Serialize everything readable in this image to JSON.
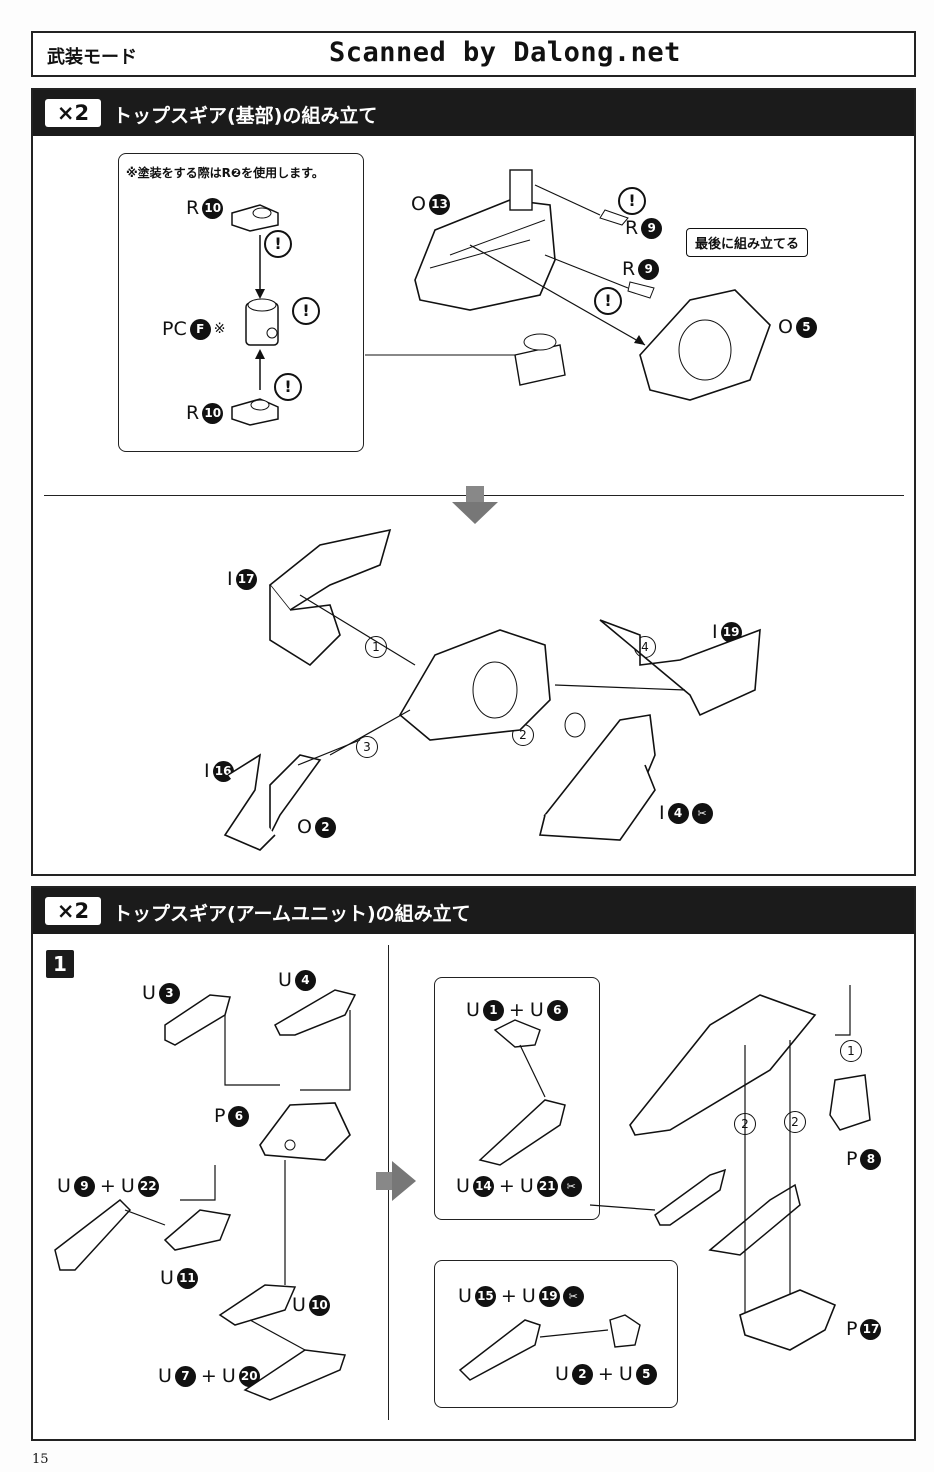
{
  "header": {
    "mode_label": "武装モード",
    "scan_credit": "Scanned by Dalong.net"
  },
  "section1": {
    "badge": "×2",
    "title": "トップスギア(基部)の組み立て",
    "note": "※塗装をする際はR❷を使用します。",
    "callout": "最後に組み立てる",
    "parts": {
      "r10_top": {
        "letter": "R",
        "num": "10"
      },
      "pc_f": {
        "letter": "PC",
        "num": "F",
        "suffix": "※"
      },
      "r10_bottom": {
        "letter": "R",
        "num": "10"
      },
      "o13": {
        "letter": "O",
        "num": "13"
      },
      "r9_top": {
        "letter": "R",
        "num": "9"
      },
      "r9_bottom": {
        "letter": "R",
        "num": "9"
      },
      "o5": {
        "letter": "O",
        "num": "5"
      },
      "i17": {
        "letter": "I",
        "num": "17"
      },
      "i19": {
        "letter": "I",
        "num": "19"
      },
      "i16": {
        "letter": "I",
        "num": "16"
      },
      "o2": {
        "letter": "O",
        "num": "2"
      },
      "i4": {
        "letter": "I",
        "num": "4"
      }
    },
    "steps": [
      "1",
      "2",
      "3",
      "4"
    ]
  },
  "section2": {
    "badge": "×2",
    "title": "トップスギア(アームユニット)の組み立て",
    "step_number": "1",
    "parts": {
      "u3": {
        "letter": "U",
        "num": "3"
      },
      "u4": {
        "letter": "U",
        "num": "4"
      },
      "p6": {
        "letter": "P",
        "num": "6"
      },
      "u9_u22": {
        "a": "U",
        "an": "9",
        "b": "U",
        "bn": "22"
      },
      "u11": {
        "letter": "U",
        "num": "11"
      },
      "u10": {
        "letter": "U",
        "num": "10"
      },
      "u7_u20": {
        "a": "U",
        "an": "7",
        "b": "U",
        "bn": "20"
      },
      "u1_u6": {
        "a": "U",
        "an": "1",
        "b": "U",
        "bn": "6"
      },
      "u14_u21": {
        "a": "U",
        "an": "14",
        "b": "U",
        "bn": "21"
      },
      "u15_u19": {
        "a": "U",
        "an": "15",
        "b": "U",
        "bn": "19"
      },
      "u2_u5": {
        "a": "U",
        "an": "2",
        "b": "U",
        "bn": "5"
      },
      "p8": {
        "letter": "P",
        "num": "8"
      },
      "p17": {
        "letter": "P",
        "num": "17"
      }
    },
    "steps": [
      "1",
      "2",
      "2"
    ]
  },
  "page_number": "15"
}
